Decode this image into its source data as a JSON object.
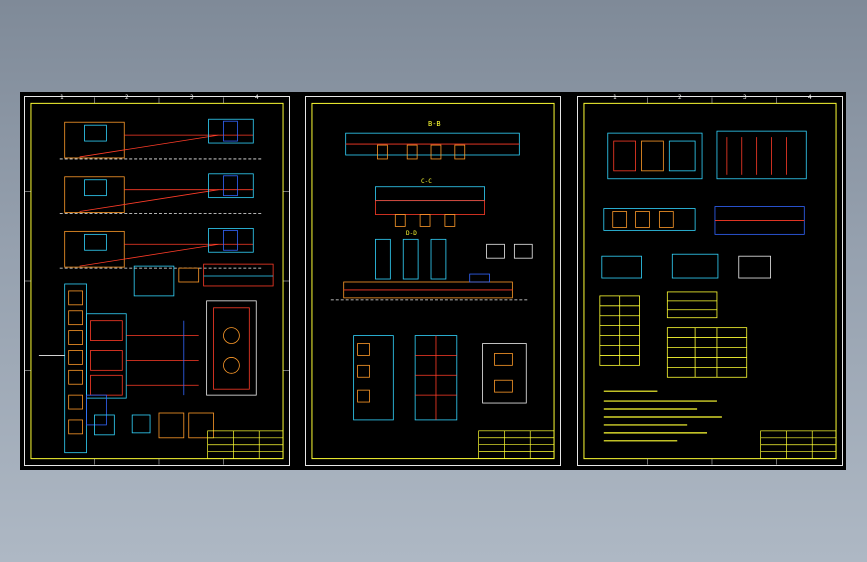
{
  "colors": {
    "background_top": "#7f8a98",
    "background_bottom": "#aeb8c4",
    "canvas": "#000000",
    "frame": "#ffff33",
    "border": "#e6e6e6",
    "line_red": "#ff3c28",
    "line_cyan": "#33d6ff",
    "line_blue": "#3366ff",
    "line_orange": "#ff9b2a",
    "line_white": "#f0f0f0"
  },
  "sheets": [
    {
      "zone_labels_top": [
        "1",
        "2",
        "3",
        "4"
      ]
    },
    {
      "section_titles": [
        "B-B",
        "C-C",
        "D-D"
      ]
    },
    {
      "zone_labels_top": [
        "1",
        "2",
        "3",
        "4"
      ]
    }
  ]
}
